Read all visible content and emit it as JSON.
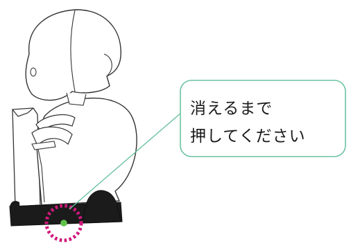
{
  "callout": {
    "line1": "消えるまで",
    "line2": "押してください"
  },
  "colors": {
    "callout_border": "#6cc2a0",
    "pointer_line": "#6cc2a0",
    "highlight_ring": "#d0187e",
    "indicator_led": "#5fc24a",
    "robot_outline": "#333333",
    "base_band": "#1b1b1b"
  },
  "icons": {
    "robot": "robot-illustration",
    "button": "power-button-icon"
  }
}
